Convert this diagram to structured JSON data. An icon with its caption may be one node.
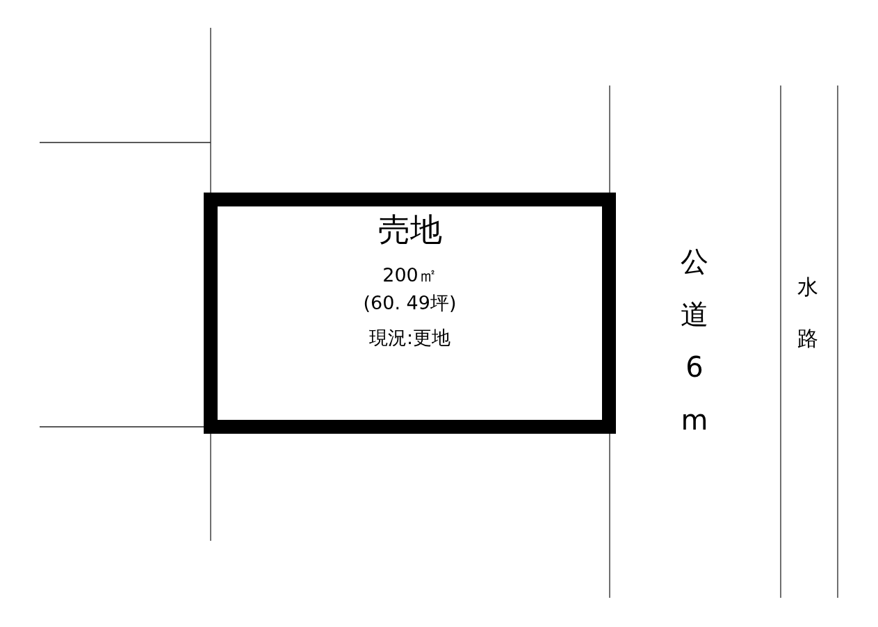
{
  "diagram": {
    "nodes": [
      {
        "text": [
          "売地",
          "200㎡",
          "(60. 49坪)",
          "現況:更地"
        ]
      }
    ],
    "edges": [],
    "labels": [
      "公道6m",
      "水路"
    ]
  }
}
